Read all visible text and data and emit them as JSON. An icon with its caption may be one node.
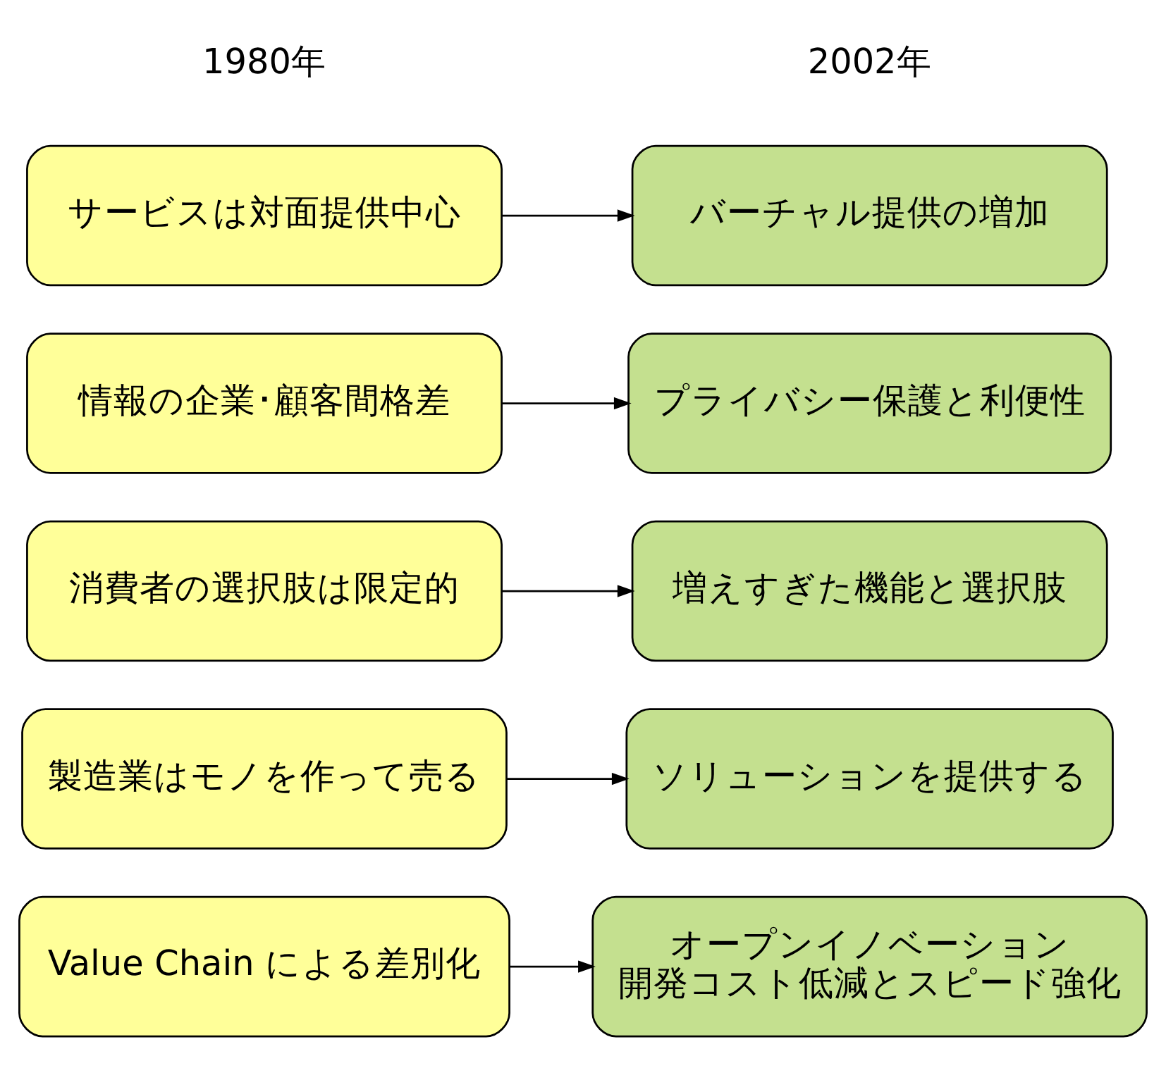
{
  "diagram": {
    "nodes": [
      {
        "text": [
          "サービスは対面提供中心"
        ]
      },
      {
        "text": [
          "バーチャル提供の増加"
        ]
      },
      {
        "text": [
          "情報の企業･顧客間格差"
        ]
      },
      {
        "text": [
          "プライバシー保護と利便性"
        ]
      },
      {
        "text": [
          "消費者の選択肢は限定的"
        ]
      },
      {
        "text": [
          "増えすぎた機能と選択肢"
        ]
      },
      {
        "text": [
          "製造業はモノを作って売る"
        ]
      },
      {
        "text": [
          "ソリューションを提供する"
        ]
      },
      {
        "text": [
          "Value Chain による差別化"
        ]
      },
      {
        "text": [
          "オープンイノベーション",
          "開発コスト低減とスピード強化"
        ]
      }
    ],
    "edges": [
      {
        "from": 0,
        "to": 1,
        "arrow": "to"
      },
      {
        "from": 2,
        "to": 3,
        "arrow": "to"
      },
      {
        "from": 4,
        "to": 5,
        "arrow": "to"
      },
      {
        "from": 6,
        "to": 7,
        "arrow": "to"
      },
      {
        "from": 8,
        "to": 9,
        "arrow": "to"
      }
    ],
    "labels": [
      "1980年",
      "2002年"
    ]
  }
}
